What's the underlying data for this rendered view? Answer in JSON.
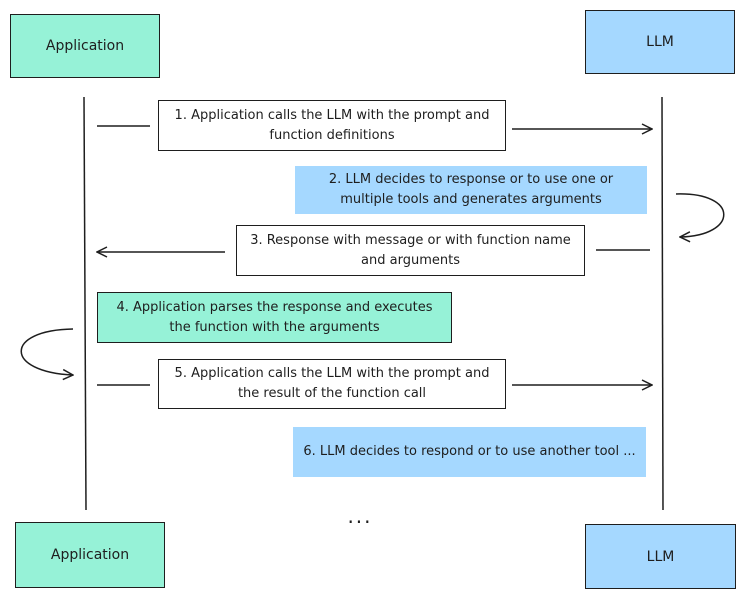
{
  "participants": {
    "application_top": "Application",
    "llm_top": "LLM",
    "application_bottom": "Application",
    "llm_bottom": "LLM"
  },
  "steps": {
    "step1": "1. Application calls the LLM with the prompt and function definitions",
    "step2": "2. LLM decides to response or to use one or multiple tools and generates arguments",
    "step3": "3. Response with message or with function name and arguments",
    "step4": "4. Application parses the response and executes the function with the arguments",
    "step5": "5. Application calls the LLM with the prompt and the result of the function call",
    "step6": "6. LLM decides to respond or to use another tool ..."
  },
  "ellipsis": "...",
  "colors": {
    "application": "#96f2d7",
    "llm": "#a5d8ff",
    "stroke": "#1e1e1e"
  }
}
